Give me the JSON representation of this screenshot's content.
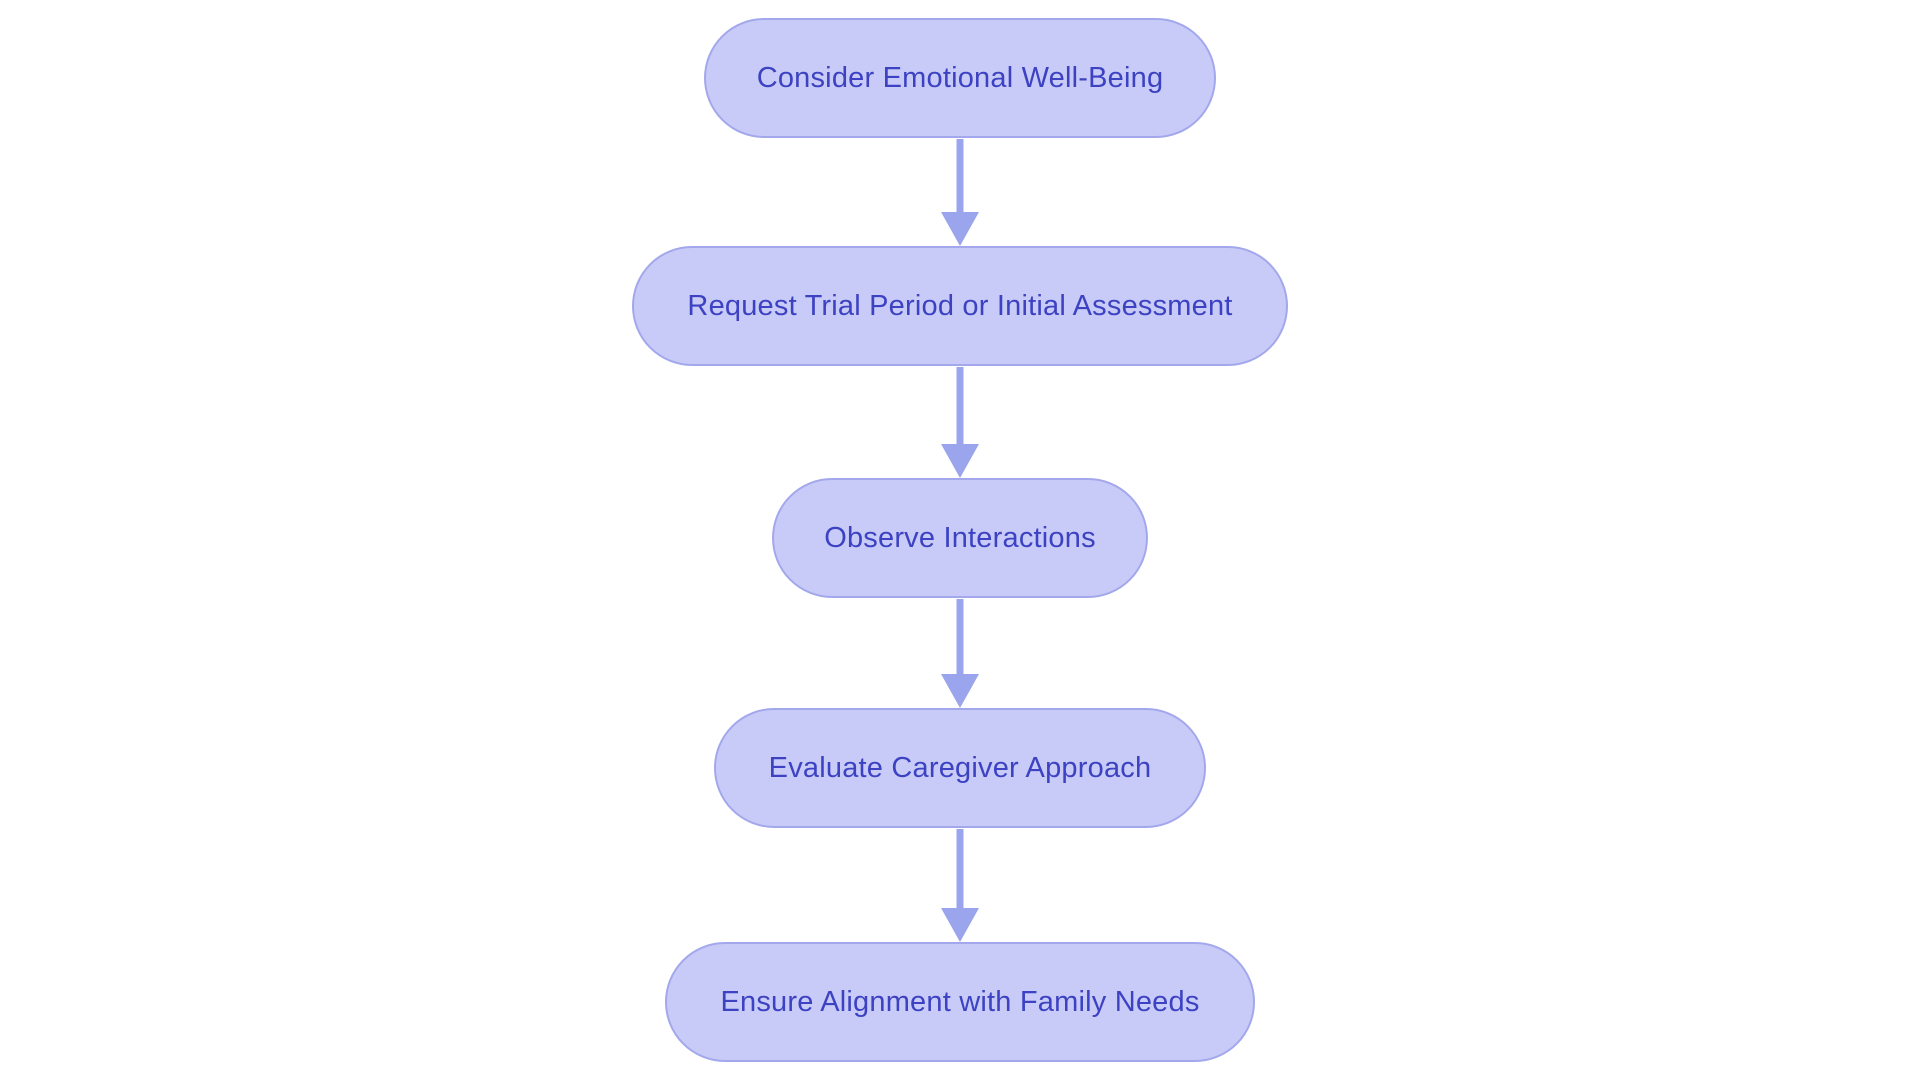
{
  "flowchart": {
    "type": "flowchart",
    "direction": "top-down",
    "colors": {
      "background": "#ffffff",
      "node_fill": "#c8cbf7",
      "node_border": "#a3a8ec",
      "node_text": "#3c42c2",
      "arrow": "#9ba5ee"
    },
    "nodes": [
      {
        "id": "consider-emotional-well-being",
        "label": "Consider Emotional Well-Being"
      },
      {
        "id": "request-trial-period-or-initial-assessment",
        "label": "Request Trial Period or Initial Assessment"
      },
      {
        "id": "observe-interactions",
        "label": "Observe Interactions"
      },
      {
        "id": "evaluate-caregiver-approach",
        "label": "Evaluate Caregiver Approach"
      },
      {
        "id": "ensure-alignment-with-family-needs",
        "label": "Ensure Alignment with Family Needs"
      }
    ],
    "edges": [
      {
        "from": "consider-emotional-well-being",
        "to": "request-trial-period-or-initial-assessment"
      },
      {
        "from": "request-trial-period-or-initial-assessment",
        "to": "observe-interactions"
      },
      {
        "from": "observe-interactions",
        "to": "evaluate-caregiver-approach"
      },
      {
        "from": "evaluate-caregiver-approach",
        "to": "ensure-alignment-with-family-needs"
      }
    ]
  }
}
